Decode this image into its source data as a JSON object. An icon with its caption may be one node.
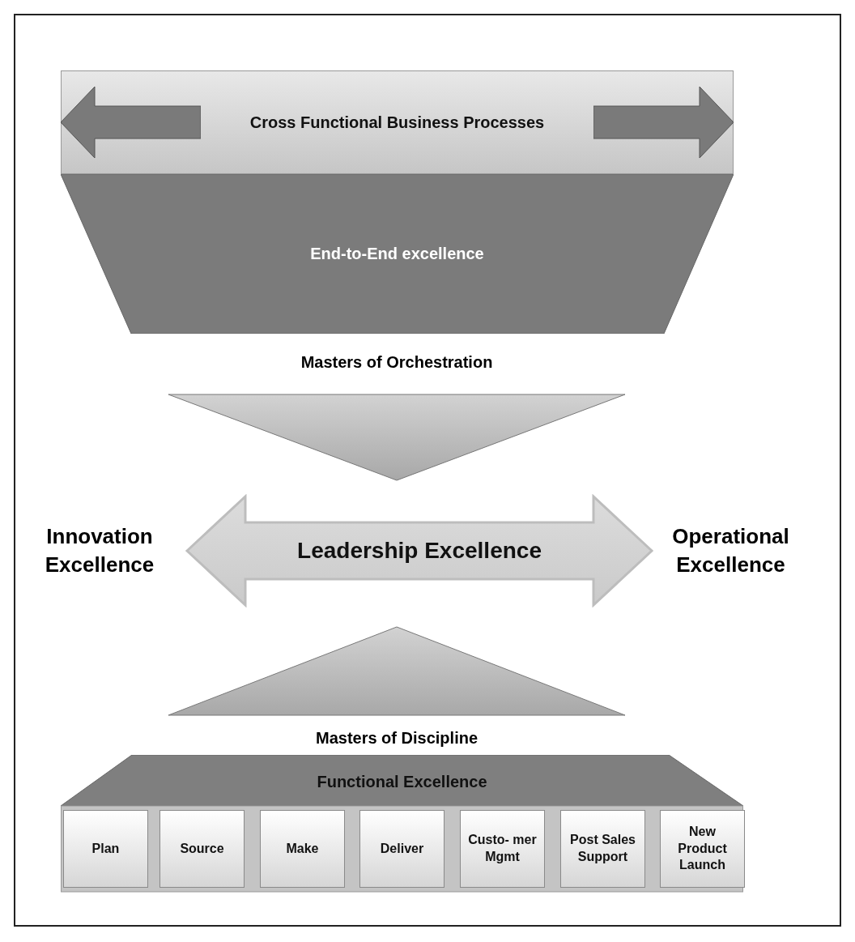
{
  "diagram": {
    "nodes": [
      {
        "text": [
          "Cross Functional Business Processes"
        ]
      },
      {
        "text": [
          "End-to-End excellence"
        ]
      },
      {
        "text": [],
        "shape": "triangle",
        "beside": [
          "Masters of Orchestration"
        ]
      },
      {
        "text": [
          "Leadership Excellence"
        ]
      },
      {
        "text": [],
        "shape": "triangle",
        "beside": [
          "Masters of Discipline"
        ]
      },
      {
        "text": [
          "Functional Excellence"
        ]
      },
      {
        "text": [
          "Plan"
        ],
        "in": 5
      },
      {
        "text": [
          "Source"
        ],
        "in": 5
      },
      {
        "text": [
          "Make"
        ],
        "in": 5
      },
      {
        "text": [
          "Deliver"
        ],
        "in": 5
      },
      {
        "text": [
          "Custo- mer Mgmt"
        ],
        "in": 5
      },
      {
        "text": [
          "Post Sales Support"
        ],
        "in": 5
      },
      {
        "text": [
          "New Product Launch"
        ],
        "in": 5
      }
    ],
    "labels": [
      "Innovation Excellence",
      "Operational Excellence"
    ]
  }
}
